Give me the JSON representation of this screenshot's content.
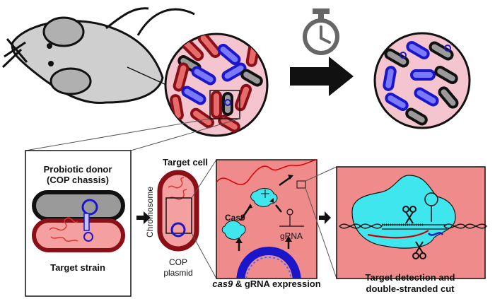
{
  "colors": {
    "pink_bg": "#f4c5cf",
    "salmon_panel": "#f08b8b",
    "cyan_protein": "#3fe6ee",
    "dark_red": "#8b0f16",
    "red_cell_fill": "#e86b6b",
    "blue_plasmid": "#1b16c9",
    "gray_cell": "#9a9a9a",
    "mouse_gray": "#cfcfcf"
  },
  "icons": [
    "mouse-icon",
    "stopwatch-icon",
    "arrow-right-icon",
    "scissors-icon",
    "dna-helix-icon"
  ],
  "labels": {
    "donor_title": "Probiotic donor",
    "donor_subtitle": "(COP chassis)",
    "target_strain": "Target strain",
    "target_cell": "Target cell",
    "chromosome": "Chromosome",
    "cop_line1": "COP",
    "cop_line2": "plasmid",
    "cas9": "Cas9",
    "grna": "gRNA",
    "expression_italic": "cas9",
    "expression_rest": " & gRNA expression",
    "detection_line1": "Target detection and",
    "detection_line2": "double-stranded cut"
  }
}
